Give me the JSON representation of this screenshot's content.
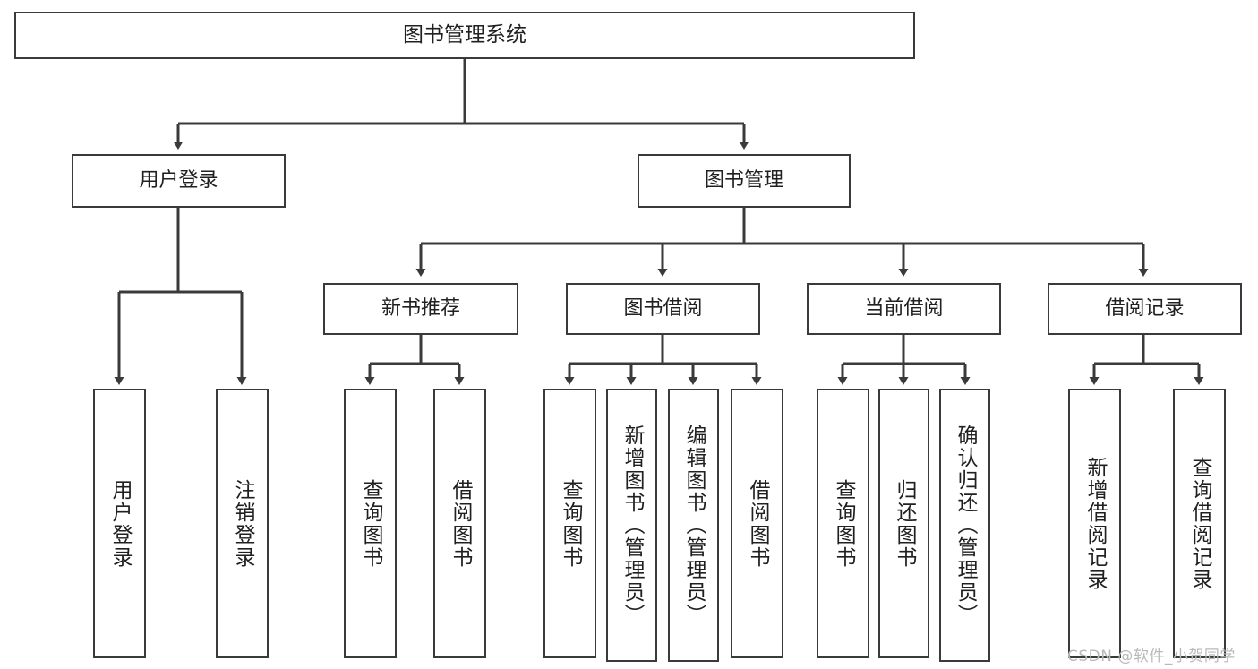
{
  "diagram": {
    "type": "tree-hierarchy",
    "title": "图书管理系统",
    "background_color": "#ffffff",
    "line_color": "#3a3a3a",
    "text_color": "#202020"
  },
  "root": {
    "label": "图书管理系统"
  },
  "level1": [
    {
      "label": "用户登录"
    },
    {
      "label": "图书管理"
    }
  ],
  "level2": [
    {
      "label": "新书推荐"
    },
    {
      "label": "图书借阅"
    },
    {
      "label": "当前借阅"
    },
    {
      "label": "借阅记录"
    }
  ],
  "leaves": {
    "user_login": [
      {
        "label": "用户登录"
      },
      {
        "label": "注销登录"
      }
    ],
    "new_book_recommend": [
      {
        "label": "查询图书"
      },
      {
        "label": "借阅图书"
      }
    ],
    "book_borrow": [
      {
        "label": "查询图书"
      },
      {
        "label": "新增图书（管理员）"
      },
      {
        "label": "编辑图书（管理员）"
      },
      {
        "label": "借阅图书"
      }
    ],
    "current_borrow": [
      {
        "label": "查询图书"
      },
      {
        "label": "归还图书"
      },
      {
        "label": "确认归还（管理员）"
      }
    ],
    "borrow_record": [
      {
        "label": "新增借阅记录"
      },
      {
        "label": "查询借阅记录"
      }
    ]
  },
  "watermark": {
    "text": "CSDN @软件_小贺同学"
  }
}
